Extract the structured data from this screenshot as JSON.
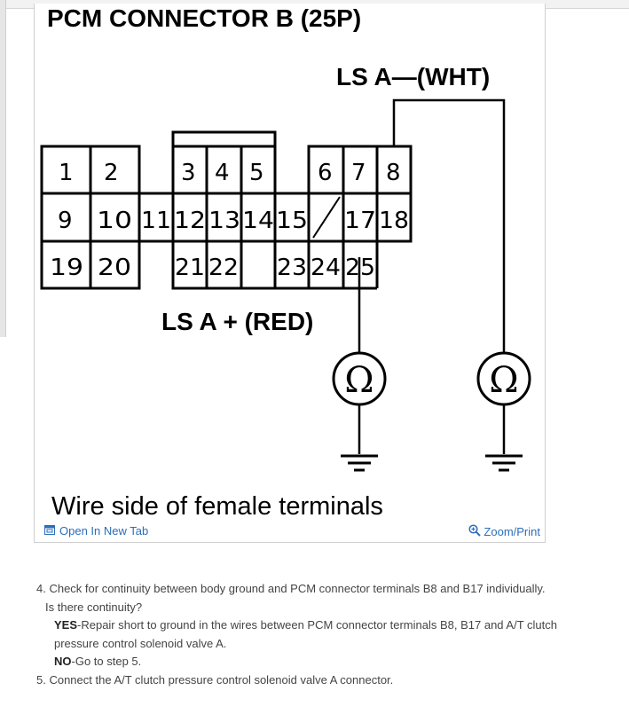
{
  "diagram": {
    "title": "PCM CONNECTOR B (25P)",
    "label_white": "LS A—(WHT)",
    "label_red": "LS A + (RED)",
    "caption": "Wire side of female terminals",
    "pins_row1": [
      "1",
      "2",
      "3",
      "4",
      "5",
      "6",
      "7",
      "8"
    ],
    "pins_row2": [
      "9",
      "10",
      "11",
      "12",
      "13",
      "14",
      "15",
      "17",
      "18"
    ],
    "pins_row3": [
      "19",
      "20",
      "21",
      "22",
      "23",
      "24",
      "25"
    ],
    "meter_symbol": "Ω",
    "icons": [
      "ohmmeter-icon",
      "ground-icon"
    ]
  },
  "figure_links": {
    "open_new_tab": "Open In New Tab",
    "zoom_print": "Zoom/Print"
  },
  "procedure": {
    "step4_line": "4. Check for continuity between body ground and PCM connector terminals B8 and B17 individually.",
    "question": "Is there continuity?",
    "yes_label": "YES",
    "yes_text": "-Repair short to ground in the wires between PCM connector terminals B8, B17 and A/T clutch pressure control solenoid valve A.",
    "no_label": "NO",
    "no_text": "-Go to step 5.",
    "step5_line": "5. Connect the A/T clutch pressure control solenoid valve A connector."
  },
  "colors": {
    "link": "#2a6ebb",
    "body_text": "#444444",
    "diagram_ink": "#000000"
  }
}
